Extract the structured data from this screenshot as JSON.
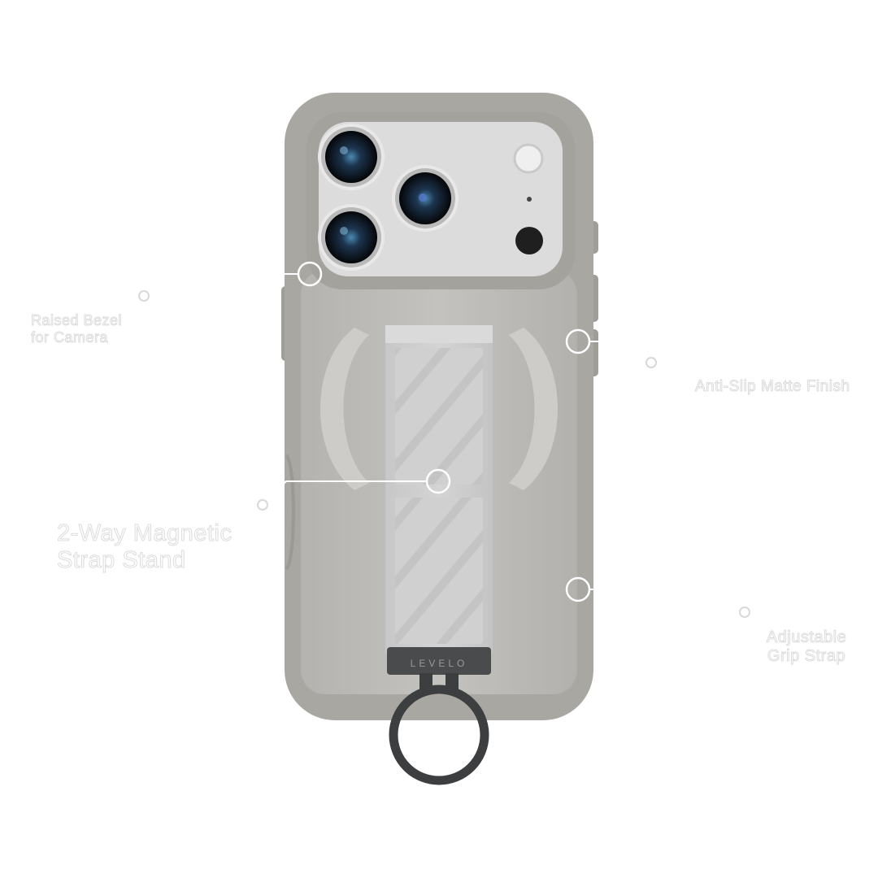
{
  "product": {
    "brand_mark": "LEVELO",
    "colors": {
      "case": "#a9a8a3",
      "case_back": "#bebdb9",
      "camera_plate": "#dedede",
      "strap": "#cfcfcf",
      "ring": "#3d3e40",
      "callout": "#ffffff"
    }
  },
  "callouts": {
    "raised_bezel": {
      "line1": "Raised Bezel",
      "line2": "for Camera"
    },
    "magnetic_stand": {
      "line1": "2-Way Magnetic",
      "line2": "Strap Stand"
    },
    "anti_slip": {
      "line1": "Anti-Slip Matte Finish"
    },
    "grip_strap": {
      "line1": "Adjustable",
      "line2": "Grip Strap"
    }
  }
}
